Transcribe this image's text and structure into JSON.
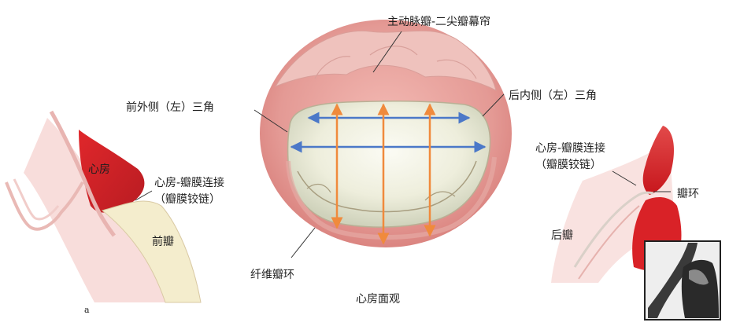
{
  "labels": {
    "aortic_curtain": "主动脉瓣-二尖瓣幕帘",
    "anterolateral_trigone": "前外侧（左）三角",
    "posteromedial_trigone": "后内侧（左）三角",
    "left_atrium": "心房",
    "left_hinge_line1": "心房-瓣膜连接",
    "left_hinge_line2": "（瓣膜铰链）",
    "anterior_leaflet": "前瓣",
    "fibrous_annulus": "纤维瓣环",
    "atrial_view": "心房面观",
    "right_hinge_line1": "心房-瓣膜连接",
    "right_hinge_line2": "（瓣膜铰链）",
    "annulus": "瓣环",
    "posterior_leaflet": "后瓣",
    "panel_letter": "a"
  },
  "colors": {
    "measurement_blue": "#4b78c8",
    "measurement_orange": "#f08a3c",
    "atrium_red": "#d8262a",
    "tissue_pink": "#e9a3a0",
    "leaflet_cream": "#f3ecc9"
  }
}
